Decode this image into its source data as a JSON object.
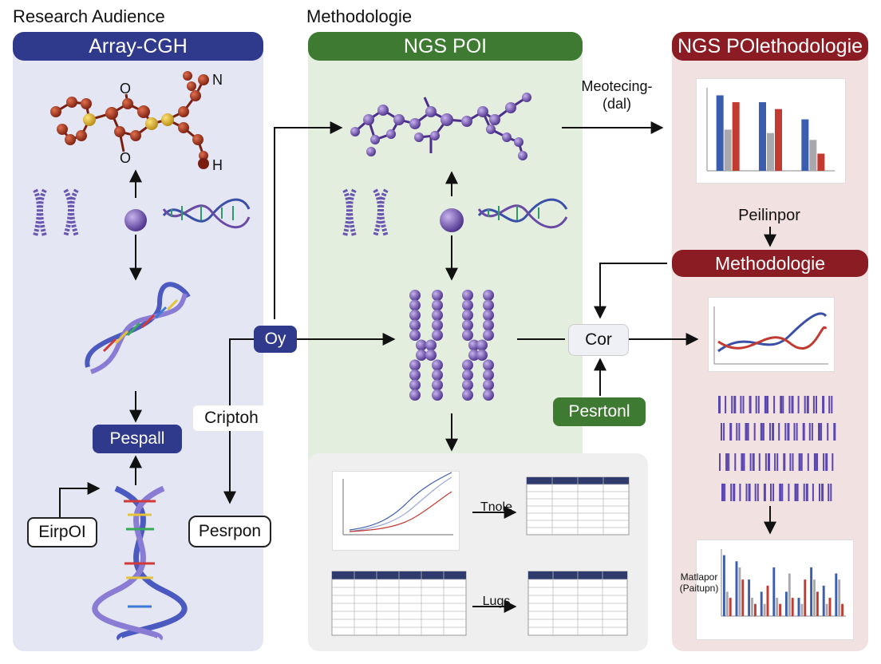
{
  "labels": {
    "research_audience": "Research Audience",
    "methodologie_top": "Methodologie"
  },
  "headers": {
    "left": "Array-CGH",
    "middle": "NGS POI",
    "right": "NGS POlethodologie",
    "right_sub": "Methodologie"
  },
  "molecule_labels": {
    "o_top": "O",
    "o_bottom": "O",
    "n": "N",
    "h": "H"
  },
  "nodes": {
    "pespall": "Pespall",
    "eirpoi": "EirpOI",
    "pesrpon": "Pesrpon",
    "criptoh": "Criptoh",
    "oy": "Oy",
    "cor": "Cor",
    "pesrtonl": "Pesrtonl",
    "peilinpor": "Peilinpor",
    "meotecing": "Meotecing-\n(dal)",
    "tnole": "Tnole",
    "lugs": "Lugs",
    "matlapor": "Matlapor\n(Paitupn)"
  },
  "colors": {
    "left_panel": "#e4e6f3",
    "mid_panel": "#e3eedf",
    "right_panel": "#f2e1e1",
    "blue_header": "#303a8c",
    "green_header": "#3f7a32",
    "red_header": "#8c1c24",
    "purple": "#6a4aa5",
    "bar_blue": "#3a5db0",
    "bar_gray": "#a9a9ad",
    "bar_red": "#c23a30"
  },
  "chart_data": [
    {
      "type": "bar",
      "categories": [
        "",
        "",
        ""
      ],
      "series": [
        {
          "values": [
            22,
            20,
            15
          ]
        },
        {
          "values": [
            12,
            11,
            9
          ]
        },
        {
          "values": [
            20,
            18,
            5
          ]
        }
      ]
    },
    {
      "type": "bar",
      "categories": [
        "",
        "",
        "",
        "",
        "",
        "",
        "",
        "",
        "",
        ""
      ],
      "series": [
        {
          "values": [
            10,
            9,
            6,
            4,
            8,
            4,
            3,
            8,
            5,
            7
          ]
        },
        {
          "values": [
            4,
            8,
            3,
            2,
            3,
            7,
            2,
            6,
            2,
            6
          ]
        },
        {
          "values": [
            3,
            6,
            2,
            5,
            2,
            3,
            6,
            4,
            3,
            2
          ]
        }
      ]
    }
  ]
}
